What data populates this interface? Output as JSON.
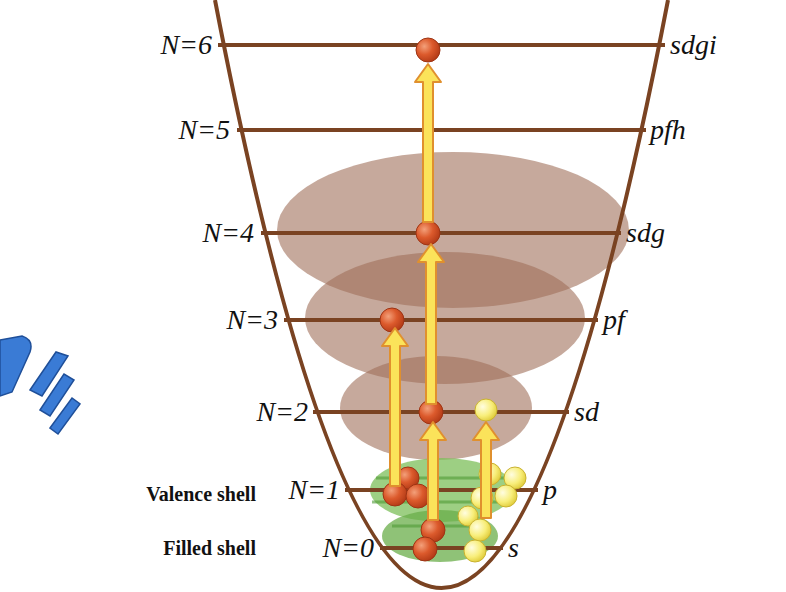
{
  "diagram": {
    "labels": [
      "N=6",
      "sdgi",
      "N=5",
      "pfh",
      "N=4",
      "sdg",
      "N=3",
      "pf",
      "N=2",
      "sd",
      "Valence shell",
      "N=1",
      "p",
      "Filled shell",
      "N=0",
      "s"
    ]
  }
}
